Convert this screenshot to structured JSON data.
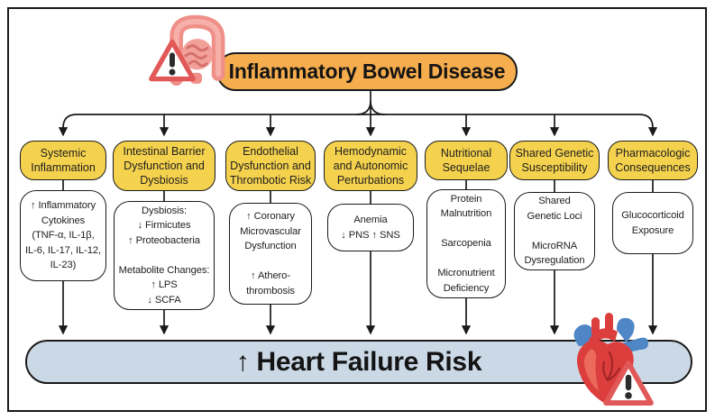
{
  "header": {
    "title": "Inflammatory Bowel Disease"
  },
  "columns": [
    {
      "title": "Systemic\nInflammation",
      "detail": "↑ Inflammatory\nCytokines\n(TNF-α, IL-1β,\nIL-6, IL-17, IL-12,\nIL-23)"
    },
    {
      "title": "Intestinal Barrier\nDysfunction and\nDysbiosis",
      "detail": "Dysbiosis:\n↓ Firmicutes\n↑ Proteobacteria\n\nMetabolite Changes:\n↑ LPS\n↓ SCFA"
    },
    {
      "title": "Endothelial\nDysfunction and\nThrombotic Risk",
      "detail": "↑ Coronary\nMicrovascular\nDysfunction\n\n↑ Athero-\nthrombosis"
    },
    {
      "title": "Hemodynamic\nand Autonomic\nPerturbations",
      "detail": "Anemia\n↓ PNS ↑ SNS"
    },
    {
      "title": "Nutritional\nSequelae",
      "detail": "Protein\nMalnutrition\n\nSarcopenia\n\nMicronutrient\nDeficiency"
    },
    {
      "title": "Shared Genetic\nSusceptibility",
      "detail": "Shared\nGenetic Loci\n\nMicroRNA\nDysregulation"
    },
    {
      "title": "Pharmacologic\nConsequences",
      "detail": "Glucocorticoid\nExposure"
    }
  ],
  "outcome": {
    "label": "↑ Heart Failure Risk"
  },
  "icons": {
    "top_left": "intestine-with-warning-triangle",
    "bottom_right": "anatomical-heart-with-warning-triangle"
  },
  "colors": {
    "header_fill": "#F6AD4D",
    "category_fill": "#F5D24E",
    "outcome_fill": "#CBD9E6",
    "line": "#1A1A1A",
    "warning_red": "#E15858",
    "heart_red": "#DC3D3D",
    "vessel_blue": "#4E86C6",
    "intestine_pink": "#EF8F88"
  }
}
